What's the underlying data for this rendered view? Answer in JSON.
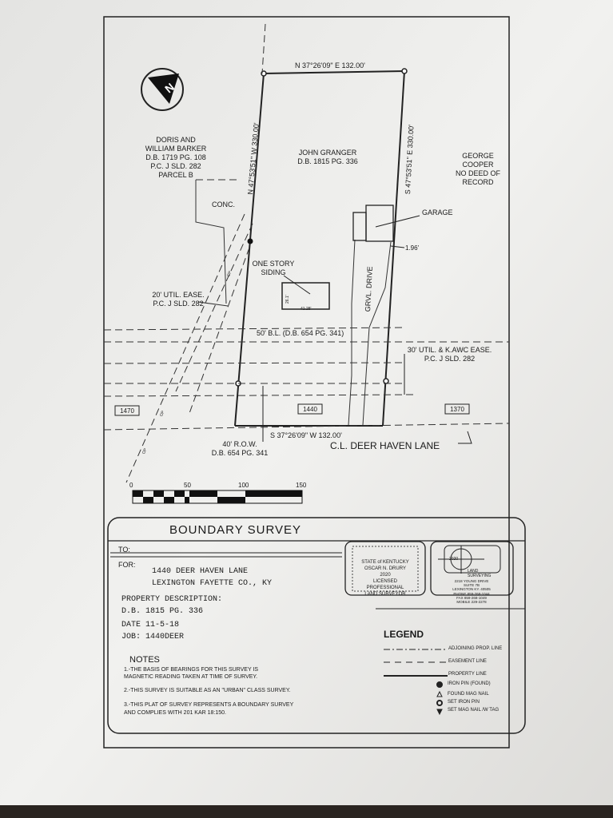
{
  "plat": {
    "north_line": "N 37°26'09\" E 132.00'",
    "west_line": "N 47°53'51\" W 330.00'",
    "east_line": "S 47°53'51\" E 330.00'",
    "south_line": "S 37°26'09\" W 132.00'",
    "owner_left": [
      "DORIS AND",
      "WILLIAM BARKER",
      "D.B. 1719 PG. 108",
      "P.C. J SLD. 282",
      "PARCEL B"
    ],
    "owner_center": [
      "JOHN GRANGER",
      "D.B. 1815 PG. 336"
    ],
    "owner_right": [
      "GEORGE",
      "COOPER",
      "NO DEED OF",
      "RECORD"
    ],
    "conc": "CONC.",
    "garage": "GARAGE",
    "garage_offset": "1.96'",
    "house": [
      "ONE STORY",
      "SIDING"
    ],
    "house_dims": [
      "26.1'",
      "41.28'"
    ],
    "drive": "GRVL. DRIVE",
    "util_left": [
      "20' UTIL. EASE.",
      "P.C. J SLD. 282"
    ],
    "setback": "50' B.L. (D.B. 654 PG. 341)",
    "util_right": [
      "30' UTIL. & K.AWC EASE.",
      "P.C. J SLD. 282"
    ],
    "lot_numbers": [
      "1470",
      "1440",
      "1370"
    ],
    "row": [
      "40' R.O.W.",
      "D.B. 654 PG. 341"
    ],
    "centerline": "C.L. DEER HAVEN LANE",
    "op_label": "OP",
    "north_letter": "N",
    "scale_labels": [
      "0",
      "50",
      "100",
      "150"
    ]
  },
  "title_block": {
    "title": "BOUNDARY SURVEY",
    "to_label": "TO:",
    "for_label": "FOR:",
    "address_1": "1440 DEER HAVEN LANE",
    "address_2": "LEXINGTON FAYETTE CO., KY",
    "property_description": "PROPERTY DESCRIPTION:",
    "deed": "D.B. 1815 PG. 336",
    "date": "DATE 11-5-18",
    "job": "JOB: 1440DEER",
    "notes_title": "NOTES",
    "notes": [
      "1.-THE BASIS OF BEARINGS FOR THIS SURVEY IS",
      "MAGNETIC READING TAKEN AT TIME OF SURVEY.",
      "2.-THIS SURVEY IS SUITABLE AS AN \"URBAN\" CLASS SURVEY.",
      "3.-THIS PLAT OF SURVEY REPRESENTS A BOUNDARY SURVEY",
      "AND COMPLIES WITH 201 KAR 18:150."
    ],
    "stamp": [
      "STATE of KENTUCKY",
      "OSCAR N. DRURY",
      "2020",
      "LICENSED",
      "PROFESSIONAL",
      "LAND SURVEYOR"
    ],
    "company_logo": [
      "2020",
      "LAND",
      "SURVEYING"
    ],
    "company_address": [
      "2218 YOUNG DRIVE",
      "SUITE 7B",
      "LEXINGTON KY. 40505",
      "PHONE 859-268-1044",
      "FAX 859-268-1049",
      "MOBILE 229-2278"
    ],
    "legend_title": "LEGEND",
    "legend": [
      "ADJOINING PROP. LINE",
      "EASEMENT LINE",
      "PROPERTY LINE",
      "IRON PIN (FOUND)",
      "FOUND MAG NAIL",
      "SET IRON PIN",
      "SET MAG NAIL /W TAG"
    ]
  }
}
